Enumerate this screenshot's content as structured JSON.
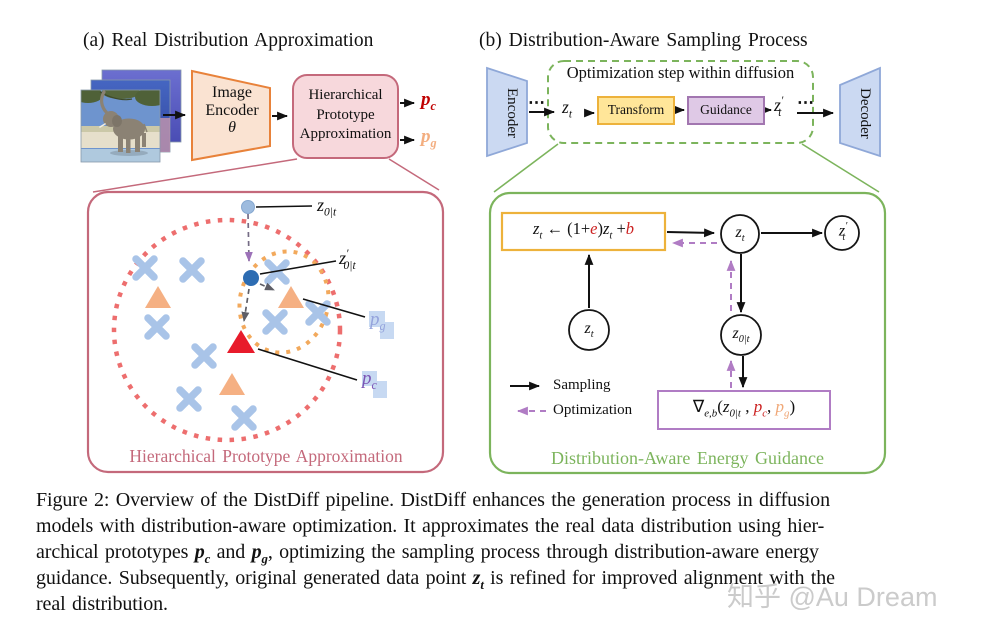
{
  "panel_a": {
    "title": "(a) Real Distribution Approximation",
    "encoder": {
      "line1": "Image",
      "line2": "Encoder",
      "theta": "θ"
    },
    "hpa": {
      "line1": "Hierarchical",
      "line2": "Prototype",
      "line3": "Approximation"
    },
    "out_pc": {
      "base": "p",
      "sub": "c"
    },
    "out_pg": {
      "base": "p",
      "sub": "g"
    },
    "scatter": {
      "z0t": {
        "base": "z",
        "sub": "0|t"
      },
      "z0t_prime": {
        "base": "z",
        "prime": "′",
        "sub": "0|t"
      },
      "pg": {
        "base": "p",
        "sub": "g"
      },
      "pc": {
        "base": "p",
        "sub": "c"
      },
      "caption": "Hierarchical  Prototype Approximation"
    }
  },
  "panel_b": {
    "title": "(b) Distribution-Aware  Sampling  Process",
    "encoder_label": "Encoder",
    "decoder_label": "Decoder",
    "pipeline": {
      "box_title": "Optimization step within diffusion",
      "dots_left": "⋯",
      "dots_right": "⋯",
      "zt": {
        "base": "z",
        "sub": "t"
      },
      "transform_label": "Transform",
      "guidance_label": "Guidance",
      "zt_prime": {
        "base": "z",
        "prime": "′",
        "sub": "t"
      }
    },
    "energy": {
      "formula": {
        "z1": "z",
        "z1_sub": "t",
        "assign": " ← ",
        "open": "(1+",
        "e": "e",
        "close": ")",
        "z2": "z",
        "z2_sub": "t",
        "plus": " +",
        "b": "b"
      },
      "node_zt_top": {
        "base": "z",
        "sub": "t"
      },
      "node_zt_prime": {
        "base": "z",
        "prime": "′",
        "sub": "t"
      },
      "node_zt_bottom": {
        "base": "z",
        "sub": "t"
      },
      "node_z0t": {
        "base": "z",
        "sub": "0|t"
      },
      "grad": {
        "nabla": "∇",
        "nabla_sub": "e,b",
        "open": "(",
        "z": "z",
        "z_sub": "0|t",
        "comma1": " , ",
        "pc": "p",
        "pc_sub": "c",
        "comma2": ", ",
        "pg": "p",
        "pg_sub": "g",
        "close": ")"
      },
      "legend": {
        "sampling": "Sampling",
        "optimization": "Optimization"
      },
      "caption": "Distribution-Aware  Energy Guidance"
    }
  },
  "figure_caption": {
    "line1": "Figure 2: Overview of the DistDiff pipeline. DistDiff enhances the generation process in diffusion",
    "line2": "models with distribution-aware optimization. It approximates the real data distribution using hier-",
    "line3a": "archical prototypes ",
    "line3_pc": {
      "base": "p",
      "sub": "c"
    },
    "line3b": " and ",
    "line3_pg": {
      "base": "p",
      "sub": "g"
    },
    "line3c": ", optimizing the sampling process through distribution-aware energy",
    "line4a": "guidance. Subsequently, original generated data point ",
    "line4_zt": {
      "base": "z",
      "sub": "t"
    },
    "line4b": " is refined for improved alignment with the",
    "line5": "real distribution."
  },
  "watermark": "知乎 @Au Dream",
  "colors": {
    "pink_border": "#C4697B",
    "orange_border": "#E8823A",
    "green": "#7CB45C",
    "purple": "#B07CC4",
    "gold": "#EDB23B",
    "red_pc": "#C00000",
    "apricot_pg": "#F3AE80",
    "blue_x_marker": "#A9C4E8",
    "orange_triangle": "#F5B083",
    "red_triangle": "#E81B2B",
    "dark_dot": "#2D6CB2",
    "light_dot": "#9DBBDE",
    "coarse_ellipse": "#ED6E6E",
    "fine_ellipse": "#F2A95C",
    "blue_trapezoid": "#CBD9F2"
  }
}
